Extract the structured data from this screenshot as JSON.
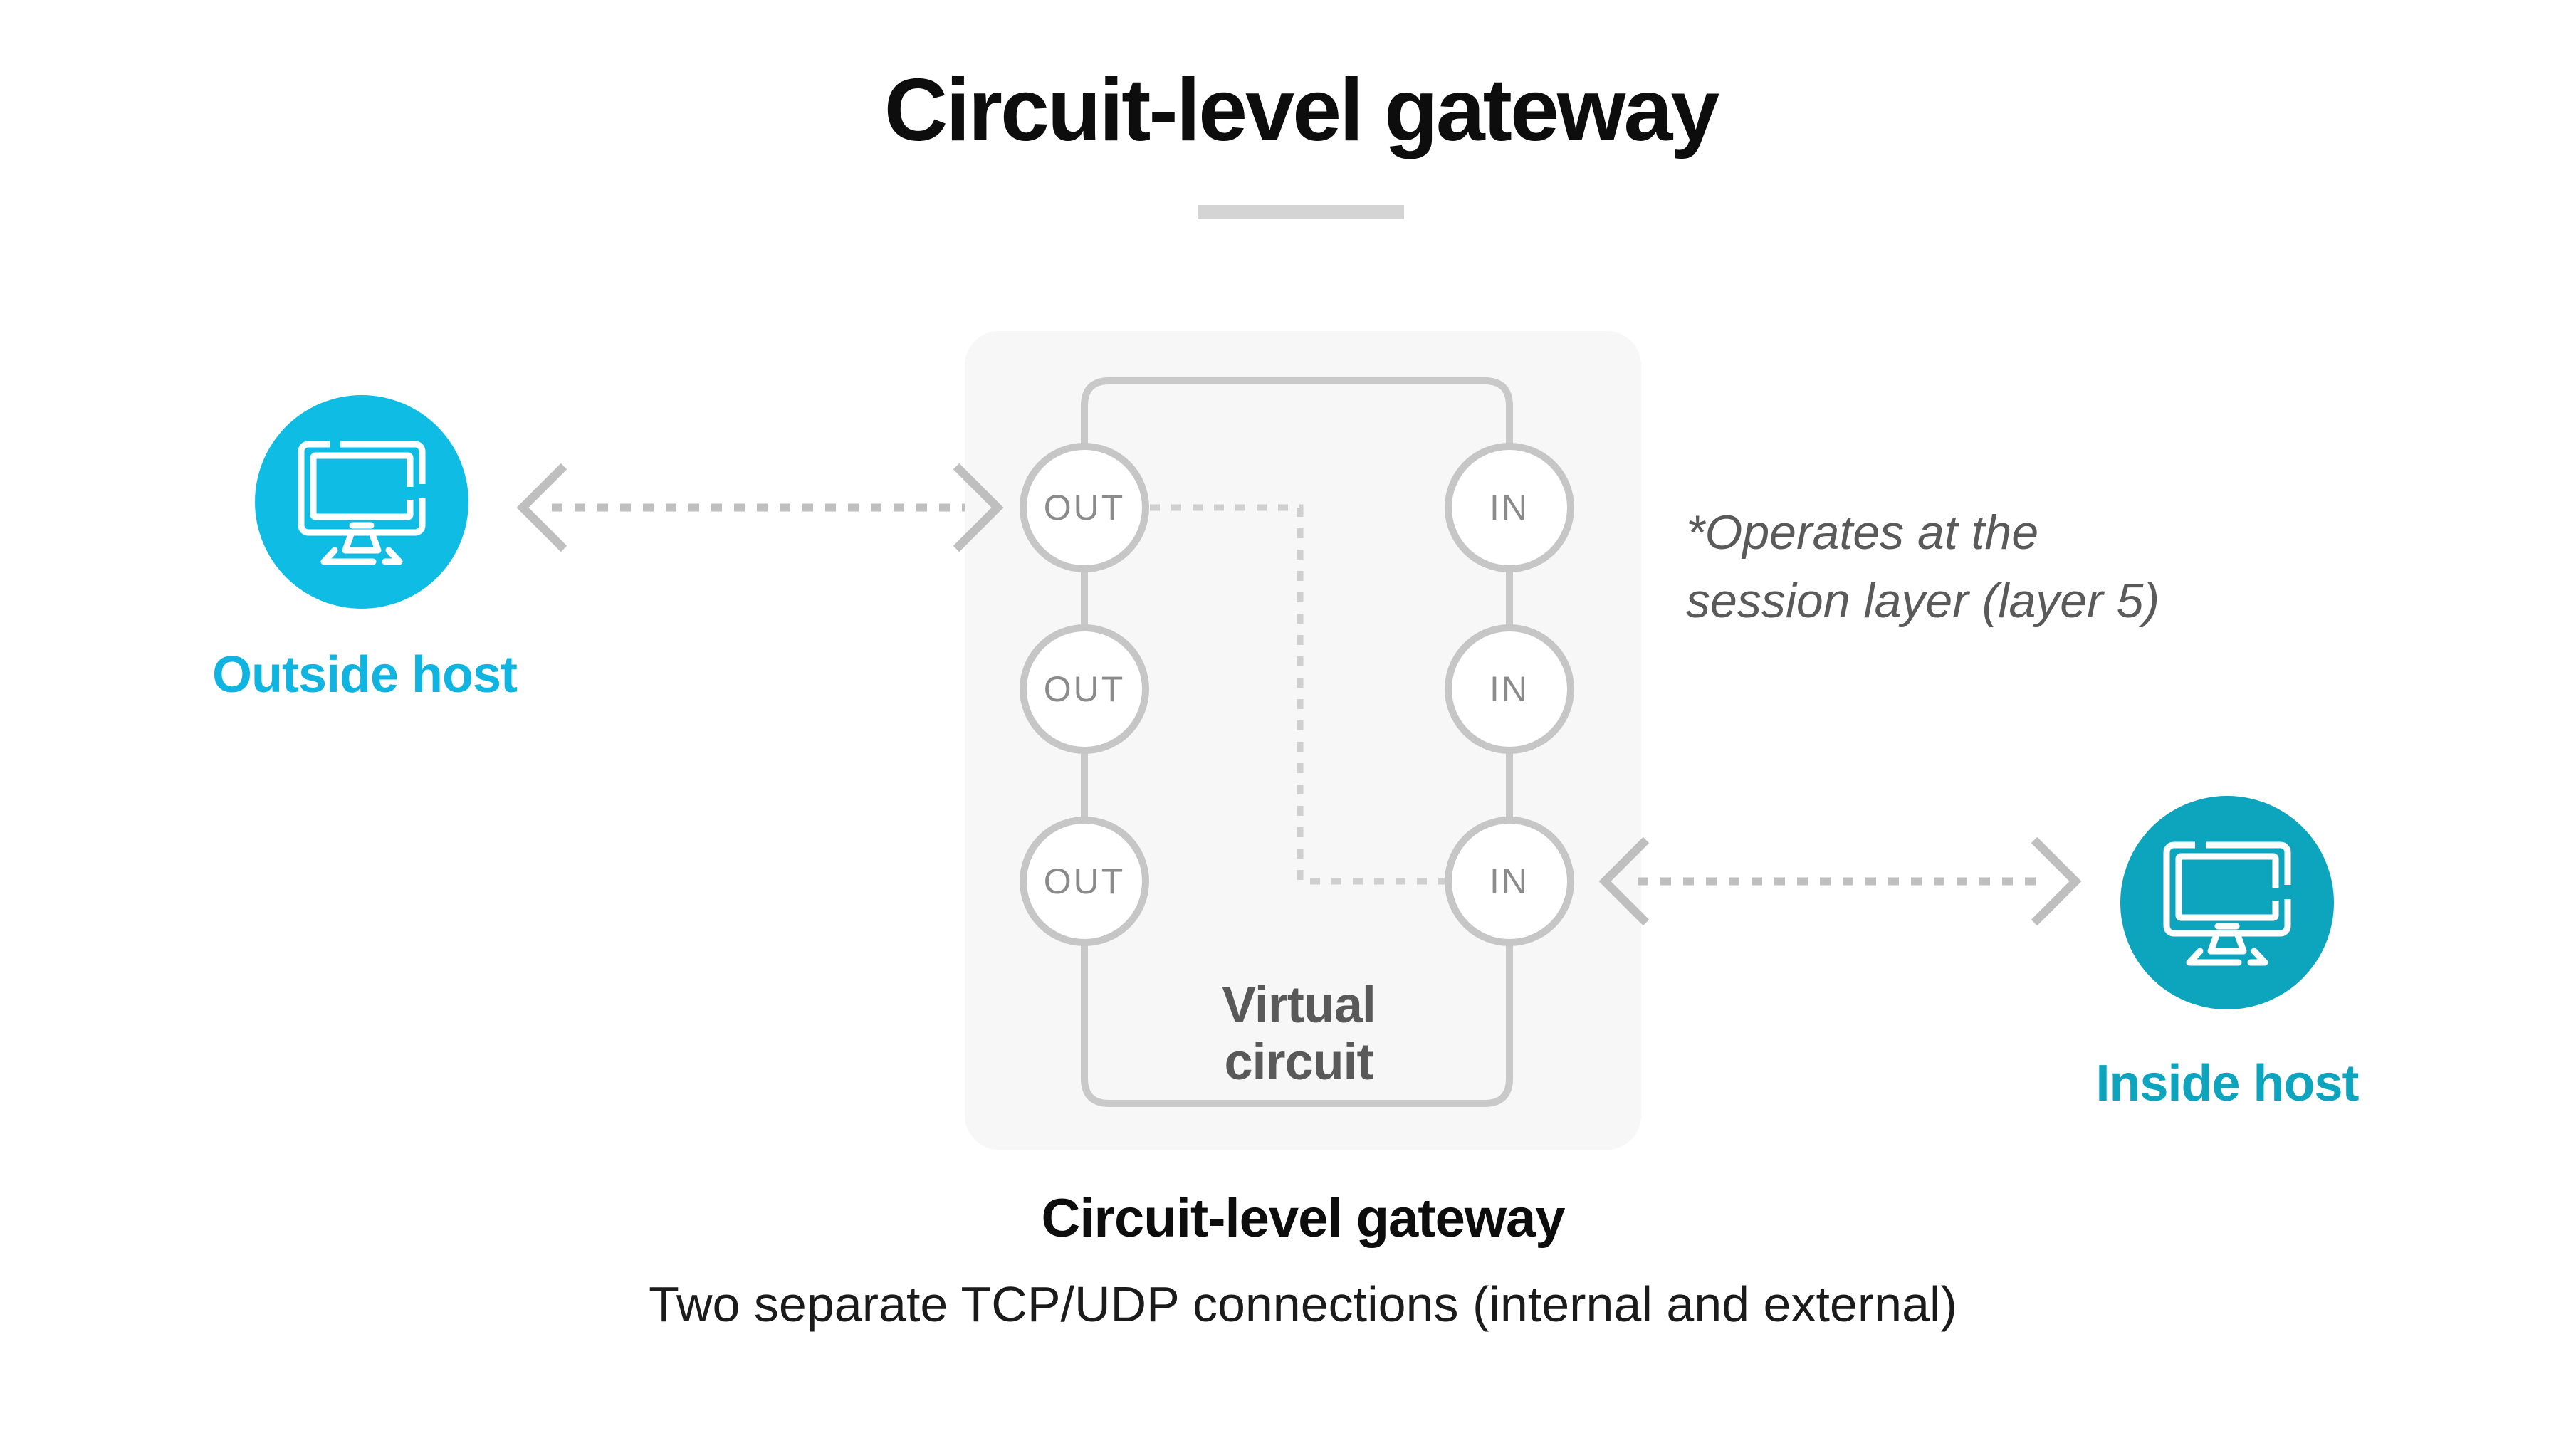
{
  "title": "Circuit-level gateway",
  "title_rule": {
    "visible": true
  },
  "outside_host": {
    "label": "Outside host"
  },
  "inside_host": {
    "label": "Inside host"
  },
  "gateway": {
    "out_labels": [
      "OUT",
      "OUT",
      "OUT"
    ],
    "in_labels": [
      "IN",
      "IN",
      "IN"
    ],
    "virtual_circuit_line1": "Virtual",
    "virtual_circuit_line2": "circuit"
  },
  "note": {
    "line1": "*Operates at the",
    "line2": "session layer (layer 5)"
  },
  "caption": {
    "title": "Circuit-level gateway",
    "subtitle": "Two separate TCP/UDP connections (internal and external)"
  },
  "icons": {
    "outside_host_icon": "monitor-icon",
    "inside_host_icon": "monitor-icon"
  },
  "colors": {
    "outside_host_fill": "#0fbde4",
    "outside_host_label": "#0fb4e0",
    "inside_host_fill": "#0da4be",
    "inside_host_label": "#0da4be",
    "gateway_box_fill": "#f7f7f8",
    "solid_line": "#c9c9c9",
    "dashed_line": "#cfcfcf",
    "arrow_gray": "#bfbfbf",
    "port_circle_border": "#c6c6c6",
    "port_text": "#8b8b8b",
    "dark_gray_text": "#595959",
    "black_text": "#0d0d0d",
    "title_rule": "#d4d4d4"
  }
}
